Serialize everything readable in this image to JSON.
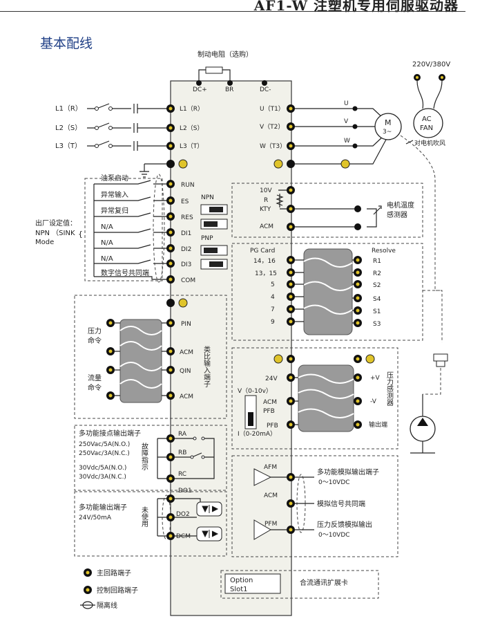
{
  "header": {
    "title": "AF1-W 注塑机专用伺服驱动器"
  },
  "page_title": "基本配线",
  "top": {
    "brake_resistor": "制动电阻（选购）",
    "dc_plus": "DC+",
    "br": "BR",
    "dc_minus": "DC-",
    "supply": "220V/380V"
  },
  "power_inputs": [
    {
      "line": "L1（R）",
      "terminal": "L1（R）"
    },
    {
      "line": "L2（S）",
      "terminal": "L2（S）"
    },
    {
      "line": "L3（T）",
      "terminal": "L3（T）"
    }
  ],
  "motor_outputs": [
    {
      "terminal": "U（T1）",
      "wire": "U"
    },
    {
      "terminal": "V（T2）",
      "wire": "V"
    },
    {
      "terminal": "W（T3）",
      "wire": "W"
    }
  ],
  "motor": {
    "label": "M",
    "phase": "3~",
    "fan_line1": "AC",
    "fan_line2": "FAN",
    "fan_note": "对电机吹风"
  },
  "digital_inputs": {
    "factory_note": [
      "出厂设定值：",
      "NPN  （SINK",
      "Mode"
    ],
    "items": [
      {
        "desc": "油泵启动",
        "term": "RUN"
      },
      {
        "desc": "异常输入",
        "term": "ES"
      },
      {
        "desc": "异常复归",
        "term": "RES"
      },
      {
        "desc": "N/A",
        "term": "DI1"
      },
      {
        "desc": "N/A",
        "term": "DI2"
      },
      {
        "desc": "N/A",
        "term": "DI3"
      },
      {
        "desc": "数字信号共同端",
        "term": "COM"
      }
    ],
    "npn": "NPN",
    "pnp": "PNP"
  },
  "analog_inputs": {
    "side_label": "类比输入端子",
    "pressure_cmd": "压力命令",
    "flow_cmd": "流量命令",
    "terms": [
      "PIN",
      "ACM",
      "QIN",
      "ACM"
    ]
  },
  "thermal": {
    "v10": "10V",
    "r": "R",
    "kty": "KTY",
    "acm": "ACM",
    "sensor": [
      "电机温度",
      "感测器"
    ]
  },
  "pg": {
    "title": "PG Card",
    "pins": [
      "14，16",
      "13，15",
      "5",
      "4",
      "7",
      "9"
    ],
    "resolver_title": "Resolve",
    "resolver": [
      "R1",
      "R2",
      "S2",
      "S4",
      "S1",
      "S3"
    ]
  },
  "pressure_sensor": {
    "v24": "24V",
    "vrange": "V（0-10v）",
    "acm": "ACM",
    "pfb1": "PFB",
    "pfb2": "PFB",
    "irange": "I（0-20mA）",
    "plus_v": "+V",
    "minus_v": "-V",
    "output": "输出端",
    "side_label": "压力感测器"
  },
  "relay": {
    "title": "多功能接点输出端子",
    "ratings": [
      "250Vac/5A(N.O.)",
      "250Vac/3A(N.C.)",
      "30Vdc/5A(N.O.)",
      "30Vdc/3A(N.C.)"
    ],
    "fault_label": "故障指示",
    "terms": [
      "RA",
      "RB",
      "RC"
    ]
  },
  "do": {
    "title": "多功能输出端子",
    "rating": "24V/50mA",
    "unused": "未使用",
    "terms": [
      "DO1",
      "DO2",
      "DCM"
    ]
  },
  "analog_out": {
    "afm": "AFM",
    "acm": "ACM",
    "pfm": "PFM",
    "afm_desc": "多功能模拟输出端子",
    "afm_range": "0～10VDC",
    "acm_desc": "模拟信号共同端",
    "pfm_desc": "压力反馈模拟输出",
    "pfm_range": "0～10VDC"
  },
  "option": {
    "line1": "Option",
    "line2": "Slot1",
    "desc": "合流通讯扩展卡"
  },
  "legend": [
    {
      "label": "主回路端子"
    },
    {
      "label": "控制回路端子"
    },
    {
      "label": "隔离线"
    }
  ]
}
